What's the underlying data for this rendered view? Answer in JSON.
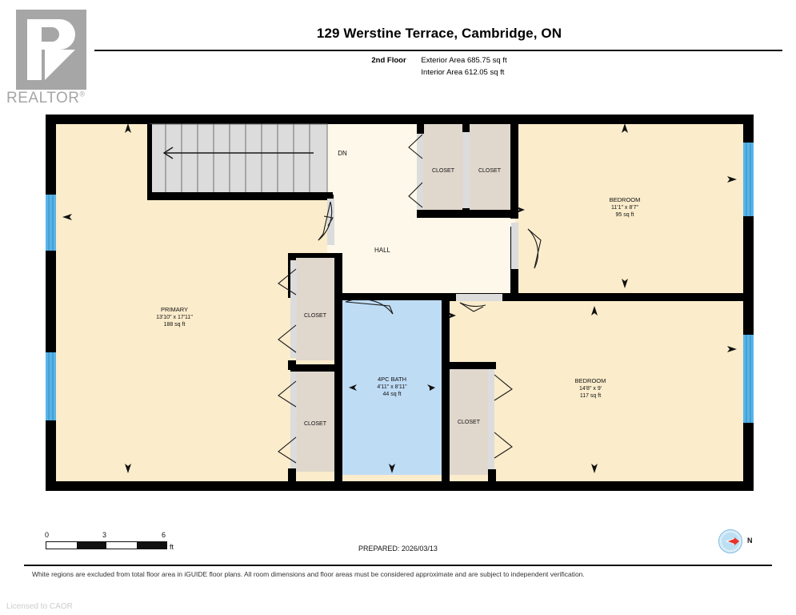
{
  "header": {
    "logo_text": "REALTOR",
    "logo_mark": "realtor-block-r",
    "title": "129 Werstine Terrace, Cambridge, ON",
    "floor_label": "2nd Floor",
    "exterior_area": "Exterior Area 685.75 sq ft",
    "interior_area": "Interior Area 612.05 sq ft"
  },
  "plan": {
    "rooms": [
      {
        "name": "PRIMARY",
        "dims": "13'10\" x 17'11\"",
        "area": "188 sq ft"
      },
      {
        "name": "BEDROOM",
        "dims": "11'1\" x 8'7\"",
        "area": "95 sq ft"
      },
      {
        "name": "BEDROOM",
        "dims": "14'8\" x 9'",
        "area": "117 sq ft"
      },
      {
        "name": "4PC BATH",
        "dims": "4'11\" x 8'11\"",
        "area": "44 sq ft"
      }
    ],
    "labels": {
      "hall": "HALL",
      "stairs_dn": "DN",
      "closet": "CLOSET"
    },
    "closet_count": 5,
    "colors": {
      "wall": "#000000",
      "room_fill": "#fbeccb",
      "closet_fill": "#e0d7cd",
      "bath_fill": "#bfdcf5",
      "hall_fill": "#fdf8ea",
      "stairs_fill": "#dcdcdc",
      "window": "#58b4e8",
      "door_line": "#1a1a1a"
    }
  },
  "footer": {
    "scale_ticks": [
      "0",
      "3",
      "6"
    ],
    "scale_unit": "ft",
    "prepared": "PREPARED: 2026/03/13",
    "compass_label": "N",
    "compass_icon": "compass-arrow-east",
    "disclaimer": "White regions are excluded from total floor area in iGUIDE floor plans. All room dimensions and floor areas must be considered approximate and are subject to independent verification.",
    "licensed": "Licensed to CAOR"
  }
}
